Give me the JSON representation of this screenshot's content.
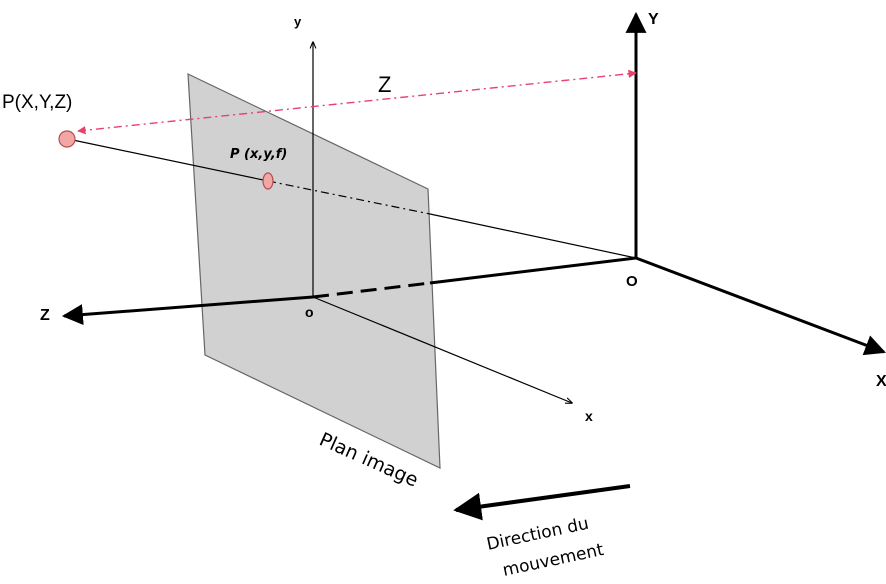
{
  "labels": {
    "point_world": "P(X,Y,Z)",
    "point_image": "P (x,y,f)",
    "depth": "Z",
    "world_y": "Y",
    "world_x": "X",
    "world_z": "Z",
    "world_origin": "O",
    "cam_y": "y",
    "cam_x": "x",
    "cam_origin": "o",
    "image_plane": "Plan image",
    "motion_line1": "Direction du",
    "motion_line2": "mouvement"
  },
  "colors": {
    "plane_fill": "#c9c9c9",
    "point_fill": "#f2a6a6",
    "depth_arrow": "#e8416d",
    "ink": "#000000"
  }
}
